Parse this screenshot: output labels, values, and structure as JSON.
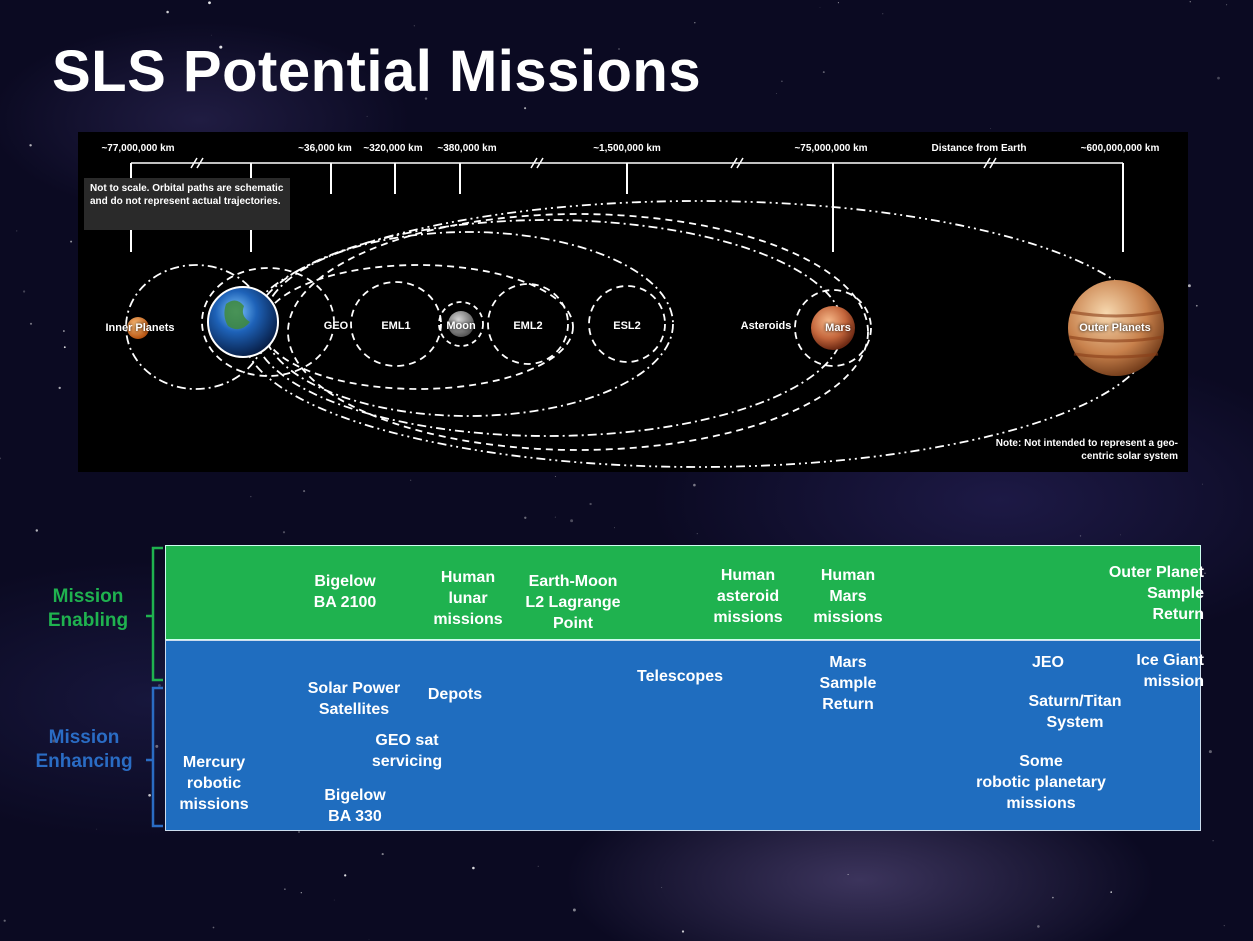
{
  "title": "SLS Potential Missions",
  "colors": {
    "enabling_band": "#1fb24f",
    "enhancing_band": "#1f6dbf",
    "enabling_label": "#1fb24f",
    "enhancing_label": "#2a6cc4"
  },
  "diagram": {
    "distances": {
      "inner": "~77,000,000 km",
      "geo": "~36,000 km",
      "eml1": "~320,000 km",
      "moon": "~380,000 km",
      "esl2": "~1,500,000 km",
      "mars": "~75,000,000 km",
      "caption": "Distance from Earth",
      "outer": "~600,000,000 km"
    },
    "note_left": "Not to scale. Orbital paths are schematic and do not represent actual trajectories.",
    "note_right": "Note: Not intended to represent a geo-centric solar system",
    "bodies": {
      "inner_planets": "Inner Planets",
      "geo": "GEO",
      "eml1": "EML1",
      "moon": "Moon",
      "eml2": "EML2",
      "esl2": "ESL2",
      "asteroids": "Asteroids",
      "mars": "Mars",
      "outer_planets": "Outer Planets"
    }
  },
  "categories": {
    "enabling": "Mission\nEnabling",
    "enhancing": "Mission\nEnhancing"
  },
  "enabling_missions": {
    "bigelow_ba2100": "Bigelow\nBA 2100",
    "human_lunar": "Human\nlunar\nmissions",
    "earth_moon_l2": "Earth-Moon\nL2 Lagrange\nPoint",
    "human_asteroid": "Human\nasteroid\nmissions",
    "human_mars": "Human\nMars\nmissions",
    "outer_planet_return": "Outer Planet\nSample\nReturn"
  },
  "enhancing_missions": {
    "solar_power": "Solar Power\nSatellites",
    "depots": "Depots",
    "telescopes": "Telescopes",
    "mars_sample": "Mars\nSample\nReturn",
    "jeo": "JEO",
    "ice_giant": "Ice Giant\nmission",
    "saturn_titan": "Saturn/Titan\nSystem",
    "geo_sat": "GEO sat\nservicing",
    "mercury": "Mercury\nrobotic\nmissions",
    "bigelow_ba330": "Bigelow\nBA 330",
    "some_robotic": "Some\nrobotic planetary\nmissions"
  }
}
